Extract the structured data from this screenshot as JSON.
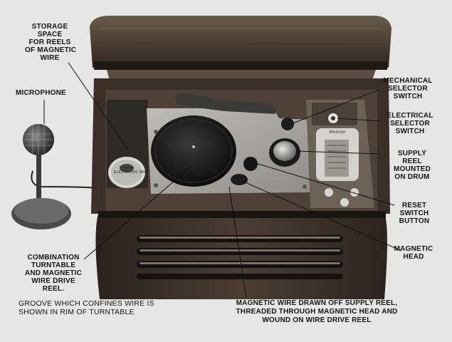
{
  "labels": {
    "storage": [
      "STORAGE",
      "SPACE",
      "FOR REELS",
      "OF MAGNETIC",
      "WIRE"
    ],
    "microphone": [
      "MICROPHONE"
    ],
    "mechanical": [
      "MECHANICAL",
      "SELECTOR",
      "SWITCH"
    ],
    "electrical": [
      "ELECTRICAL",
      "SELECTOR",
      "SWITCH"
    ],
    "supply": [
      "SUPPLY",
      "REEL",
      "MOUNTED",
      "ON DRUM"
    ],
    "reset": [
      "RESET",
      "SWITCH",
      "BUTTON"
    ],
    "head": [
      "MAGNETIC",
      "HEAD"
    ],
    "turntable": [
      "COMBINATION",
      "TURNTABLE",
      "AND MAGNETIC",
      "WIRE DRIVE",
      "REEL."
    ],
    "groove": [
      "GROOVE WHICH CONFINES WIRE IS",
      "SHOWN IN RIM OF TURNTABLE"
    ],
    "wire": [
      "MAGNETIC WIRE DRAWN OFF SUPPLY REEL,",
      "THREADED THROUGH MAGNETIC HEAD AND",
      "WOUND ON WIRE DRIVE REEL"
    ]
  },
  "reel_box_label": [
    "Webster",
    "ELECTRONIC WIRE"
  ],
  "panel_brand": "Webster"
}
